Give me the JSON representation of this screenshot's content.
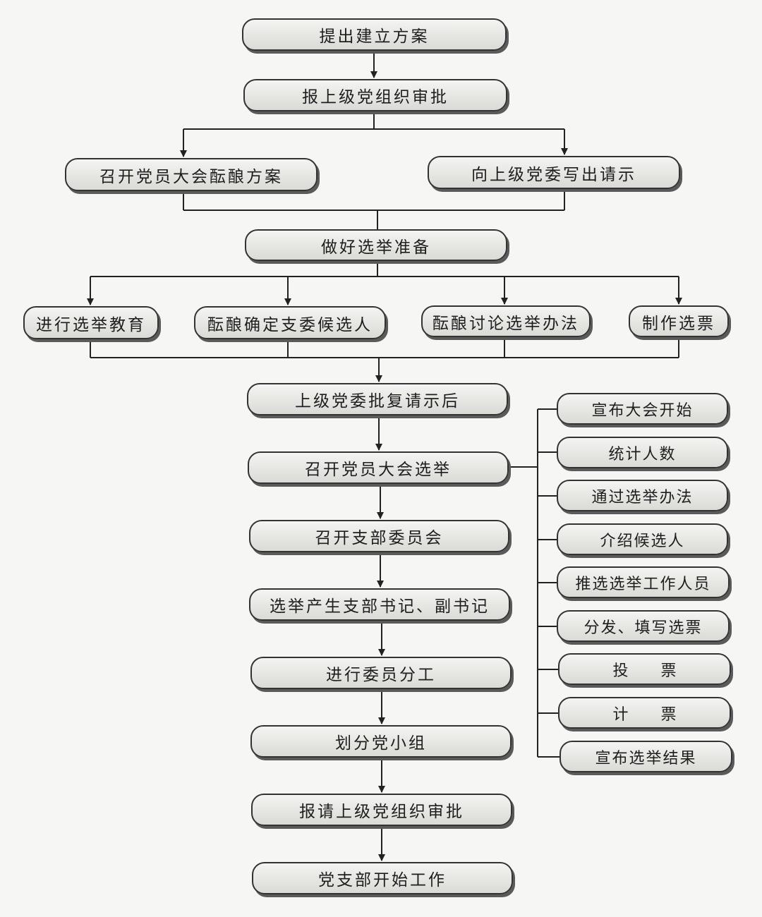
{
  "flow": {
    "step1": "提出建立方案",
    "step2": "报上级党组织审批",
    "branch_left": "召开党员大会酝酿方案",
    "branch_right": "向上级党委写出请示",
    "step3": "做好选举准备",
    "prep_1": "进行选举教育",
    "prep_2": "酝酿确定支委候选人",
    "prep_3": "酝酿讨论选举办法",
    "prep_4": "制作选票",
    "step4": "上级党委批复请示后",
    "step5": "召开党员大会选举",
    "step6": "召开支部委员会",
    "step7": "选举产生支部书记、副书记",
    "step8": "进行委员分工",
    "step9": "划分党小组",
    "step10": "报请上级党组织审批",
    "step11": "党支部开始工作"
  },
  "election_steps": [
    "宣布大会开始",
    "统计人数",
    "通过选举办法",
    "介绍候选人",
    "推选选举工作人员",
    "分发、填写选票",
    "投票",
    "计票",
    "宣布选举结果"
  ]
}
